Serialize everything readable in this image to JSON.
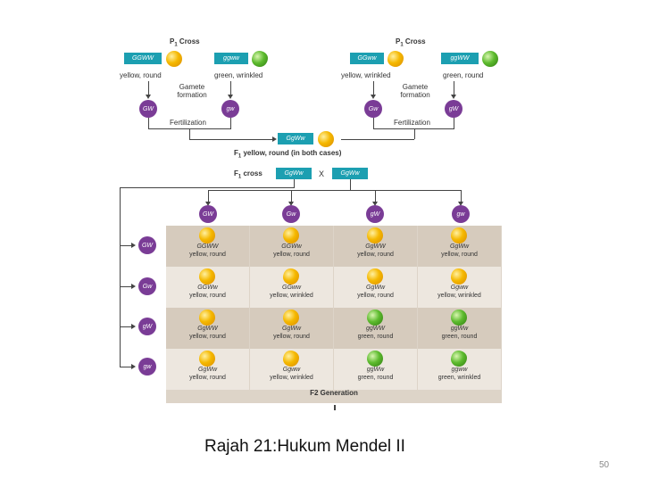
{
  "left_cross": {
    "title_p": "P",
    "title_sub": "1",
    "title_rest": " Cross",
    "parent1": {
      "genotype": "GGWW",
      "label": "yellow, round"
    },
    "parent2": {
      "genotype": "ggww",
      "label": "green, wrinkled"
    },
    "gamete_label_1": "Gamete",
    "gamete_label_2": "formation",
    "gamete1": "GW",
    "gamete2": "gw",
    "fertilization": "Fertilization"
  },
  "right_cross": {
    "title_p": "P",
    "title_sub": "1",
    "title_rest": " Cross",
    "parent1": {
      "genotype": "GGww",
      "label": "yellow, wrinkled"
    },
    "parent2": {
      "genotype": "ggWW",
      "label": "green, round"
    },
    "gamete_label_1": "Gamete",
    "gamete_label_2": "formation",
    "gamete1": "Gw",
    "gamete2": "gW",
    "fertilization": "Fertilization"
  },
  "f1": {
    "genotype": "GgWw",
    "label_prefix": "F",
    "label_sub": "1",
    "label_rest": " yellow, round (in both cases)"
  },
  "f1_cross": {
    "label_prefix": "F",
    "label_sub": "1",
    "label_rest": " cross",
    "left": "GgWw",
    "x": "X",
    "right": "GgWw"
  },
  "gametes_top": [
    "GW",
    "Gw",
    "gW",
    "gw"
  ],
  "gametes_side": [
    "GW",
    "Gw",
    "gW",
    "gw"
  ],
  "punnett": [
    [
      {
        "g": "GGWW",
        "p": "yellow, round",
        "c": "yellow"
      },
      {
        "g": "GGWw",
        "p": "yellow, round",
        "c": "yellow"
      },
      {
        "g": "GgWW",
        "p": "yellow, round",
        "c": "yellow"
      },
      {
        "g": "GgWw",
        "p": "yellow, round",
        "c": "yellow"
      }
    ],
    [
      {
        "g": "GGWw",
        "p": "yellow, round",
        "c": "yellow"
      },
      {
        "g": "GGww",
        "p": "yellow, wrinkled",
        "c": "yellow"
      },
      {
        "g": "GgWw",
        "p": "yellow, round",
        "c": "yellow"
      },
      {
        "g": "Ggww",
        "p": "yellow, wrinkled",
        "c": "yellow"
      }
    ],
    [
      {
        "g": "GgWW",
        "p": "yellow, round",
        "c": "yellow"
      },
      {
        "g": "GgWw",
        "p": "yellow, round",
        "c": "yellow"
      },
      {
        "g": "ggWW",
        "p": "green, round",
        "c": "green"
      },
      {
        "g": "ggWw",
        "p": "green, round",
        "c": "green"
      }
    ],
    [
      {
        "g": "GgWw",
        "p": "yellow, round",
        "c": "yellow"
      },
      {
        "g": "Ggww",
        "p": "yellow, wrinkled",
        "c": "yellow"
      },
      {
        "g": "ggWw",
        "p": "green, round",
        "c": "green"
      },
      {
        "g": "ggww",
        "p": "green, wrinkled",
        "c": "green"
      }
    ]
  ],
  "f2_label": "F2 Generation",
  "caption": "Rajah 21:Hukum Mendel II",
  "page_number": "50",
  "colors": {
    "teal": "#1c9fb1",
    "purple": "#7a3c96",
    "yellow": "#f5b800",
    "green": "#5dbb2e"
  }
}
